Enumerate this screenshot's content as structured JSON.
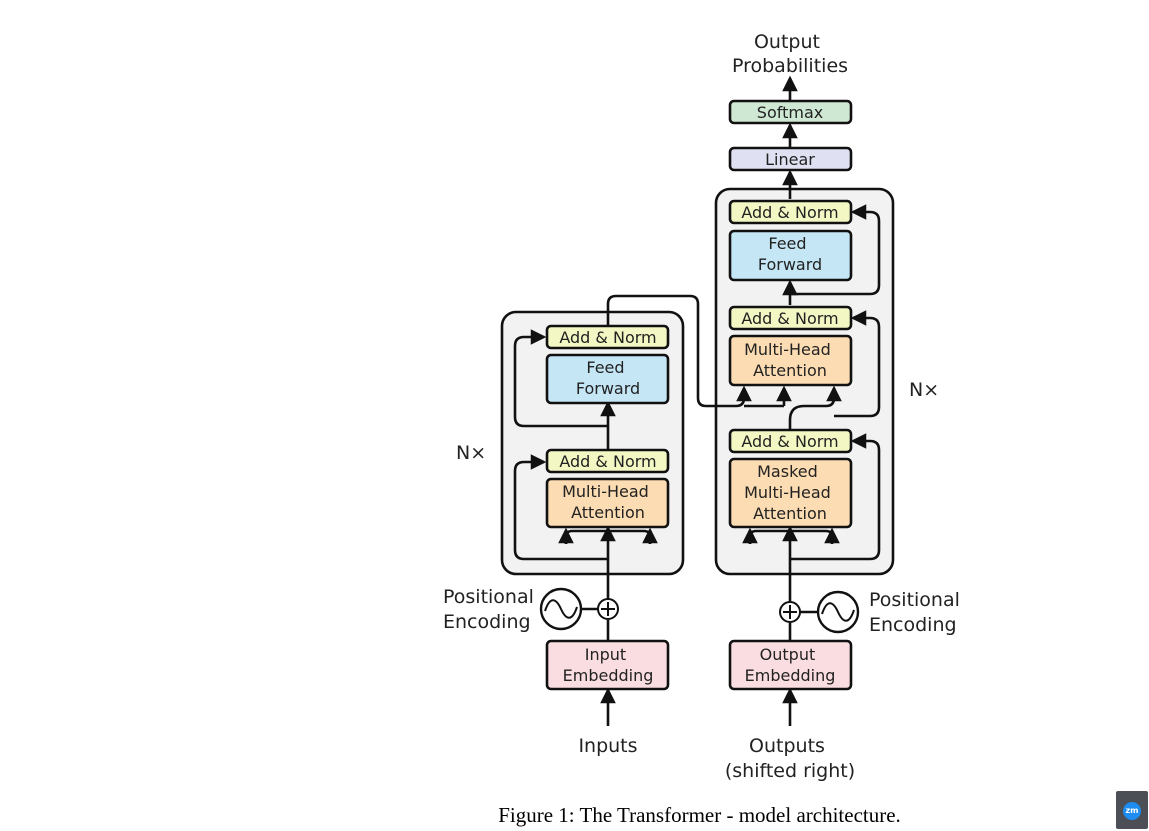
{
  "colors": {
    "add_norm": "#f3f7c3",
    "feed_forward": "#c5e6f5",
    "attention": "#fcdcb2",
    "embedding": "#fadde1",
    "linear": "#dfe1f3",
    "softmax": "#cfe8d3",
    "stack_bg": "#f2f2f2"
  },
  "encoder": {
    "add_norm_top": "Add & Norm",
    "feed_forward": [
      "Feed",
      "Forward"
    ],
    "add_norm_bottom": "Add & Norm",
    "attention": [
      "Multi-Head",
      "Attention"
    ],
    "repeat": "N×"
  },
  "decoder": {
    "add_norm_top": "Add & Norm",
    "feed_forward": [
      "Feed",
      "Forward"
    ],
    "add_norm_mid": "Add & Norm",
    "cross_attention": [
      "Multi-Head",
      "Attention"
    ],
    "add_norm_bottom": "Add & Norm",
    "masked_attention": [
      "Masked",
      "Multi-Head",
      "Attention"
    ],
    "repeat": "N×"
  },
  "head": {
    "linear": "Linear",
    "softmax": "Softmax",
    "output_label": [
      "Output",
      "Probabilities"
    ]
  },
  "inputs": {
    "embedding": [
      "Input",
      "Embedding"
    ],
    "positional": [
      "Positional",
      "Encoding"
    ],
    "label": "Inputs"
  },
  "outputs": {
    "embedding": [
      "Output",
      "Embedding"
    ],
    "positional": [
      "Positional",
      "Encoding"
    ],
    "label": [
      "Outputs",
      "(shifted right)"
    ]
  },
  "caption": "Figure 1: The Transformer - model architecture.",
  "badge": "zm"
}
